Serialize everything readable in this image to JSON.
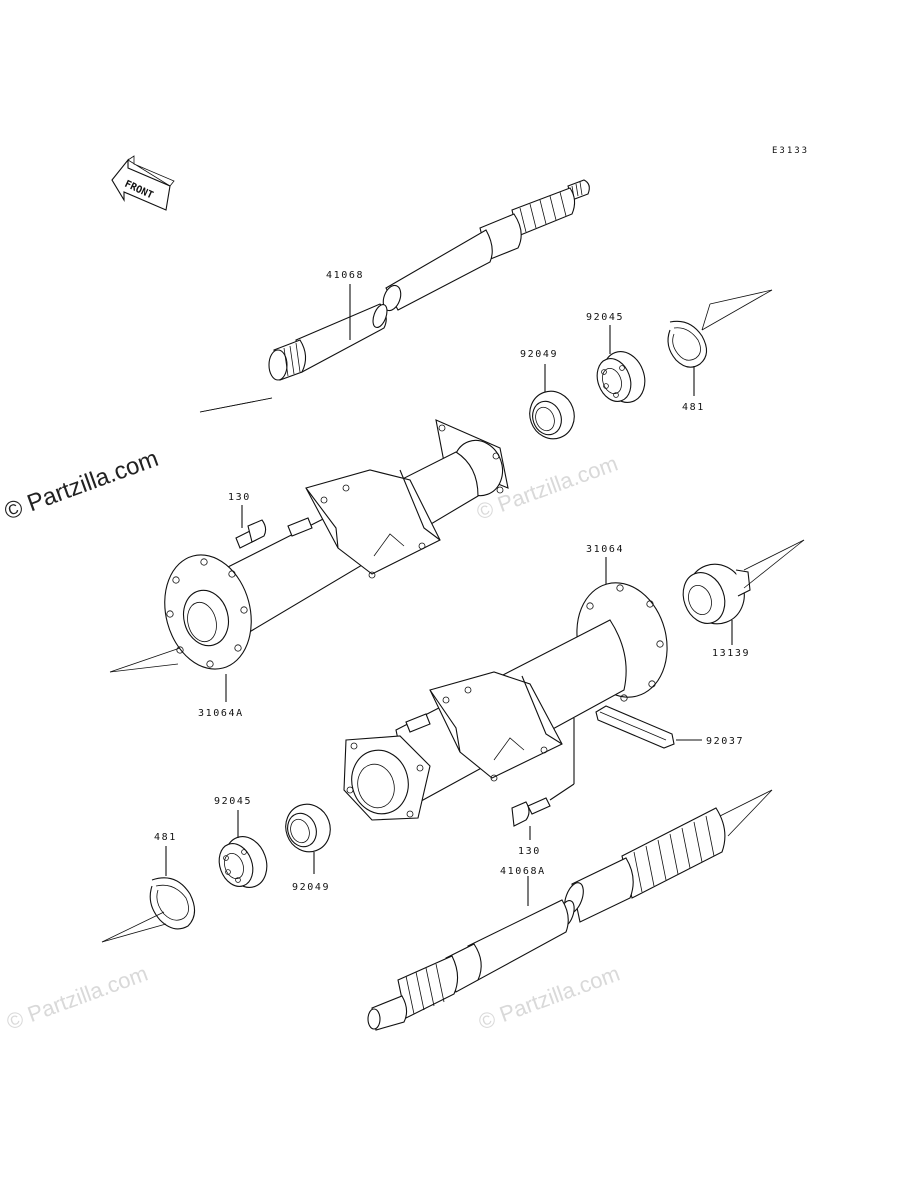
{
  "diagram_code": "E3133",
  "front_label": "FRONT",
  "watermark_main": "© Partzilla.com",
  "watermark_faint": "© Partzilla.com",
  "parts": {
    "p41068": "41068",
    "p41068A": "41068A",
    "p92045_top": "92045",
    "p92045_bottom": "92045",
    "p92049_top": "92049",
    "p92049_bottom": "92049",
    "p481_top": "481",
    "p481_bottom": "481",
    "p130_top": "130",
    "p130_bottom": "130",
    "p31064": "31064",
    "p31064A": "31064A",
    "p13139": "13139",
    "p92037": "92037"
  }
}
